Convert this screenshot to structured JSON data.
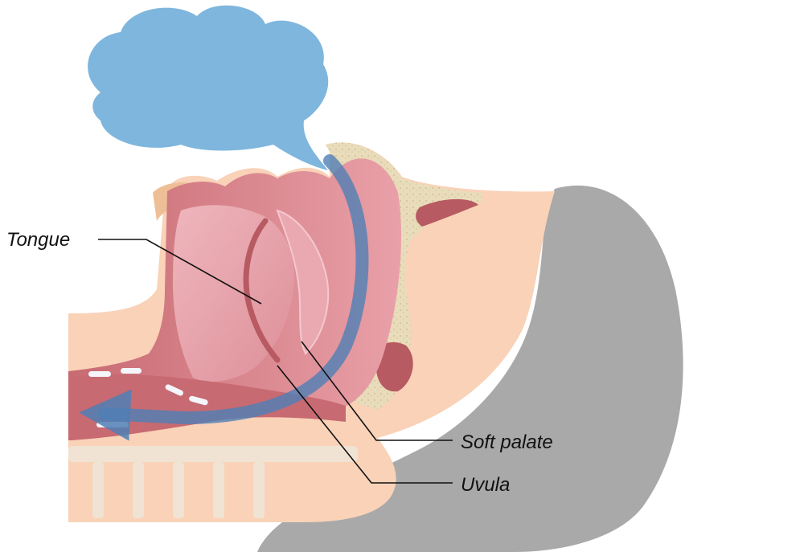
{
  "labels": {
    "tongue": "Tongue",
    "soft_palate": "Soft palate",
    "uvula": "Uvula"
  },
  "colors": {
    "skin": "#f9d2b8",
    "skin_shade": "#eebf97",
    "pillow": "#a9a9a9",
    "thought_bubble": "#7fb6dd",
    "tissue_dark": "#b85a62",
    "tissue_mid": "#d9828a",
    "tissue_light": "#eaa9b1",
    "bone": "#e6d6b0",
    "airflow_arrow": "#4f7fb5",
    "leader_line": "#111111"
  },
  "icons": {
    "airflow": "curved-arrow-icon",
    "thought": "cloud-icon"
  }
}
